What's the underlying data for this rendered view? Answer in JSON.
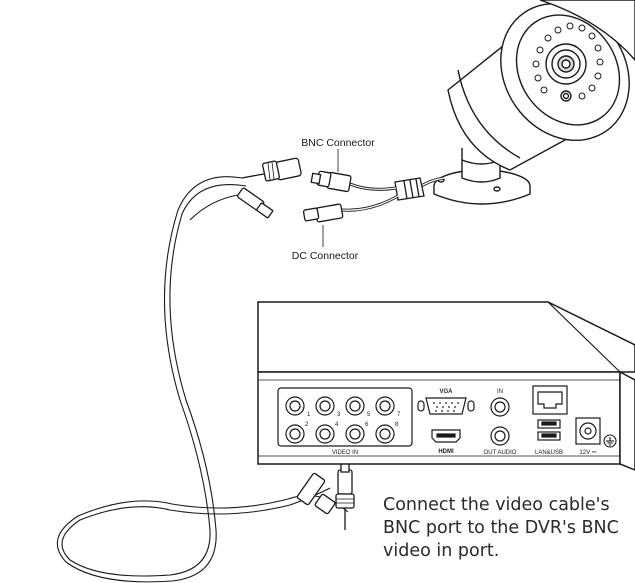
{
  "labels": {
    "bnc_connector": "BNC Connector",
    "dc_connector": "DC Connector"
  },
  "dvr": {
    "vga": "VGA",
    "hdmi": "HDMI",
    "in": "IN",
    "out_audio": "OUT AUDIO",
    "lan_usb": "LAN&USB",
    "power": "12V ⎓",
    "video_in": "VIDEO IN",
    "channels_top": [
      "1",
      "3",
      "5",
      "7"
    ],
    "channels_bottom": [
      "2",
      "4",
      "6",
      "8"
    ]
  },
  "caption": [
    "Connect the video cable's",
    "BNC port to the DVR's BNC",
    "video in port."
  ]
}
